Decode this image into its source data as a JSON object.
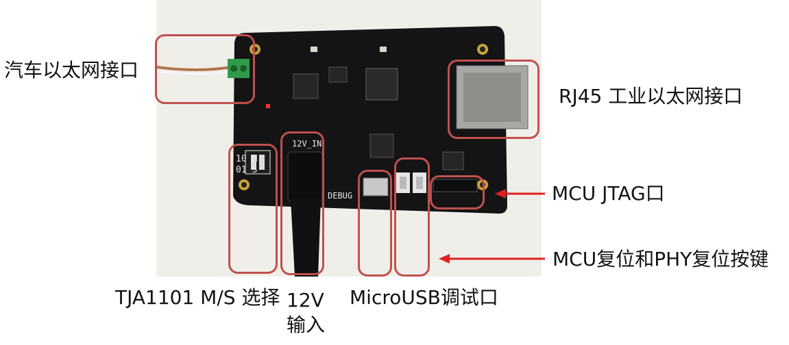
{
  "labels": {
    "automotive_ethernet": "汽车以太网接口",
    "rj45": "RJ45 工业以太网接口",
    "mcu_jtag": "MCU JTAG口",
    "reset_buttons": "MCU复位和PHY复位按键",
    "ms_select": "TJA1101 M/S 选择",
    "power_input_line1": "12V",
    "power_input_line2": "输入",
    "micro_usb": "MicroUSB调试口"
  },
  "board_silkscreen": {
    "power_jack": "12V_IN",
    "debug": "DEBUG",
    "switch_row1": "10 M",
    "switch_row2": "01 S"
  },
  "colors": {
    "callout_border": "#c0504d",
    "arrow": "#e0201e",
    "pcb": "#141414"
  }
}
